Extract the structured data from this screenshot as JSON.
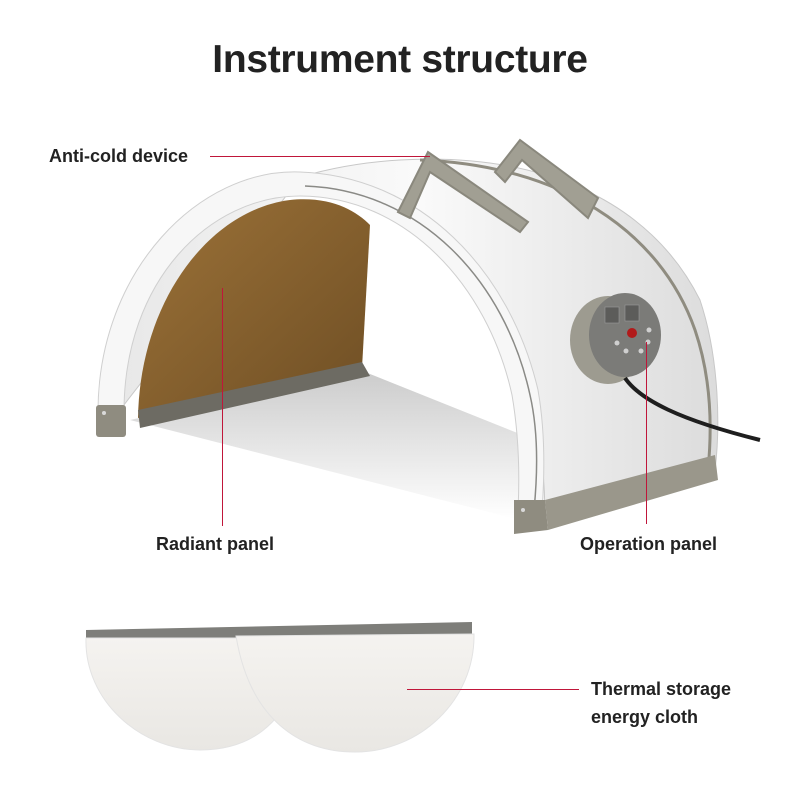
{
  "title": "Instrument structure",
  "labels": {
    "anti_cold": "Anti-cold device",
    "radiant": "Radiant panel",
    "operation": "Operation panel",
    "thermal_line1": "Thermal storage",
    "thermal_line2": "energy cloth"
  },
  "colors": {
    "leader_line": "#c0163a",
    "text": "#222222",
    "shell": "#f1f1f1",
    "trim": "#8f8c80",
    "radiant_panel": "#8a6430",
    "cloth": "#f3f1ee",
    "cloth_band": "#7e7e7a"
  }
}
